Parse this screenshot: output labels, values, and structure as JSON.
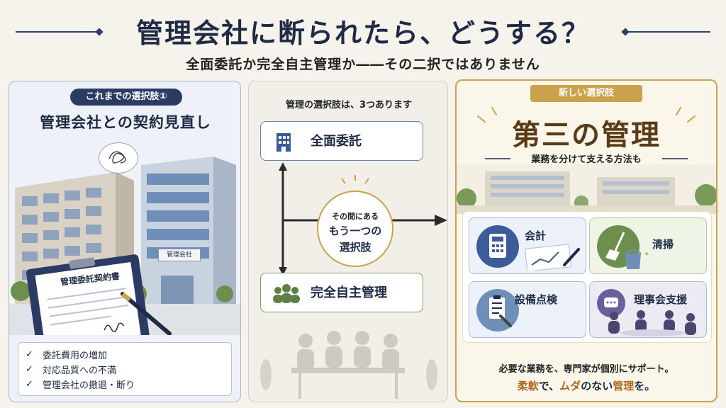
{
  "header": {
    "title": "管理会社に断られたら、どうする？",
    "subtitle": "全面委託か完全自主管理か――その二択ではありません"
  },
  "left_panel": {
    "tag": "これまでの選択肢①",
    "title": "管理会社との契約見直し",
    "document_title": "管理委託契約書",
    "building_sign": "管理会社",
    "issues": [
      "委託費用の増加",
      "対応品質への不満",
      "管理会社の撤退・断り"
    ]
  },
  "middle_panel": {
    "heading": "管理の選択肢は、3つあります",
    "option_top": "全面委託",
    "option_bottom": "完全自主管理",
    "center": {
      "line1": "その間にある",
      "line2": "もう一つの",
      "line3": "選択肢"
    }
  },
  "right_panel": {
    "tag": "新しい選択肢",
    "title": "第三の管理",
    "subtitle": "業務を分けて支える方法も",
    "cards": [
      {
        "label": "会計",
        "icon": "calculator-icon"
      },
      {
        "label": "清掃",
        "icon": "broom-icon"
      },
      {
        "label": "設備点検",
        "icon": "clipboard-wrench-icon"
      },
      {
        "label": "理事会支援",
        "icon": "meeting-icon"
      }
    ],
    "footer_line1": "必要な業務を、専門家が個別にサポート。",
    "footer_line2_a": "柔軟",
    "footer_line2_b": "で、",
    "footer_line2_c": "ムダ",
    "footer_line2_d": "のない",
    "footer_line2_e": "管理",
    "footer_line2_f": "を。"
  },
  "colors": {
    "navy": "#1f2a44",
    "gold": "#c9a24b",
    "green": "#6d8f4e",
    "accent_orange": "#b06a1f"
  }
}
